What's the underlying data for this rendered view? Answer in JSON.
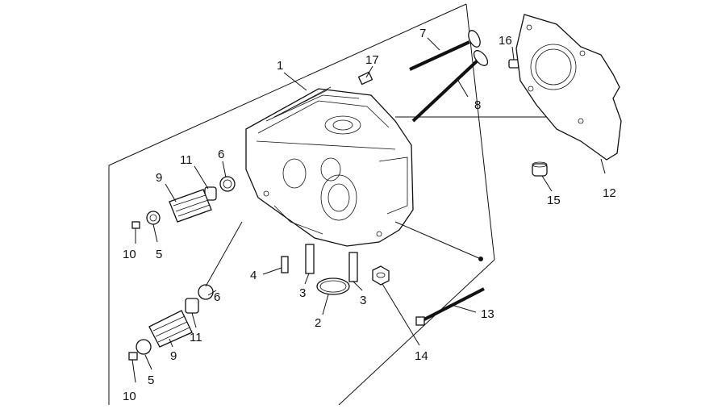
{
  "diagram": {
    "callouts": [
      {
        "id": "c1",
        "text": "1"
      },
      {
        "id": "c17",
        "text": "17"
      },
      {
        "id": "c7",
        "text": "7"
      },
      {
        "id": "c8",
        "text": "8"
      },
      {
        "id": "c16",
        "text": "16"
      },
      {
        "id": "c12",
        "text": "12"
      },
      {
        "id": "c15",
        "text": "15"
      },
      {
        "id": "c11a",
        "text": "11"
      },
      {
        "id": "c6a",
        "text": "6"
      },
      {
        "id": "c9a",
        "text": "9"
      },
      {
        "id": "c10a",
        "text": "10"
      },
      {
        "id": "c5a",
        "text": "5"
      },
      {
        "id": "c4",
        "text": "4"
      },
      {
        "id": "c3a",
        "text": "3"
      },
      {
        "id": "c3b",
        "text": "3"
      },
      {
        "id": "c2",
        "text": "2"
      },
      {
        "id": "c14",
        "text": "14"
      },
      {
        "id": "c13",
        "text": "13"
      },
      {
        "id": "c6b",
        "text": "6"
      },
      {
        "id": "c11b",
        "text": "11"
      },
      {
        "id": "c9b",
        "text": "9"
      },
      {
        "id": "c5b",
        "text": "5"
      },
      {
        "id": "c10b",
        "text": "10"
      }
    ]
  }
}
